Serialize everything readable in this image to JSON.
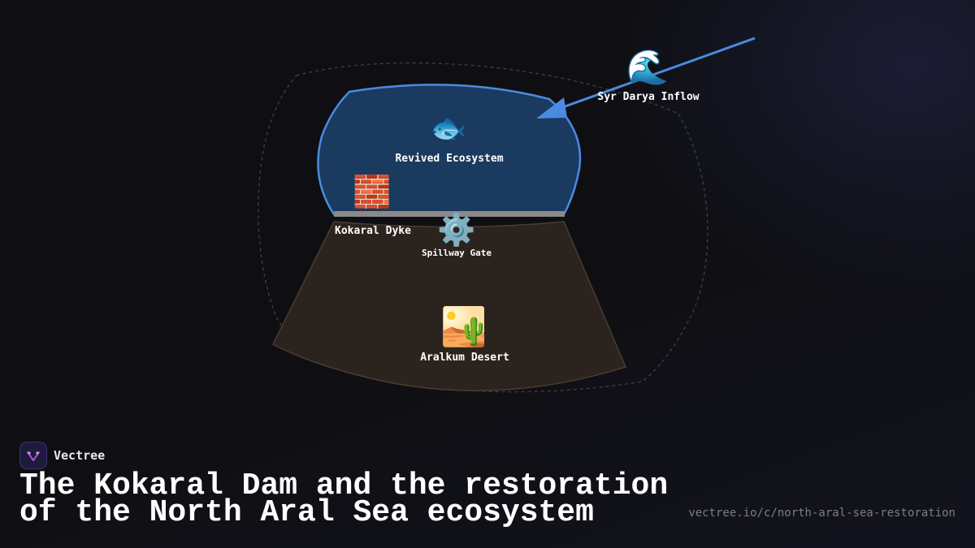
{
  "diagram": {
    "nodes": {
      "ecosystem": {
        "label": "Revived Ecosystem",
        "icon": "fish-icon",
        "glyph": "🐟"
      },
      "inflow": {
        "label": "Syr Darya Inflow",
        "icon": "wave-icon",
        "glyph": "🌊"
      },
      "dyke": {
        "label": "Kokaral Dyke",
        "icon": "brick-icon",
        "glyph": "🧱"
      },
      "gate": {
        "label": "Spillway Gate",
        "icon": "gear-icon",
        "glyph": "⚙️"
      },
      "desert": {
        "label": "Aralkum Desert",
        "icon": "desert-icon",
        "glyph": "🏜️"
      }
    },
    "colors": {
      "water_fill": "#1b3a5f",
      "water_stroke": "#4a8be0",
      "desert_fill": "#2b231d",
      "desert_stroke": "#4a3d2f",
      "dyke": "#8a8a8a",
      "inflow_arrow": "#4a8be0"
    }
  },
  "brand": {
    "name": "Vectree",
    "icon": "vectree-logo-icon"
  },
  "title": "The Kokaral Dam and the restoration of the North Aral Sea ecosystem",
  "url": "vectree.io/c/north-aral-sea-restoration"
}
